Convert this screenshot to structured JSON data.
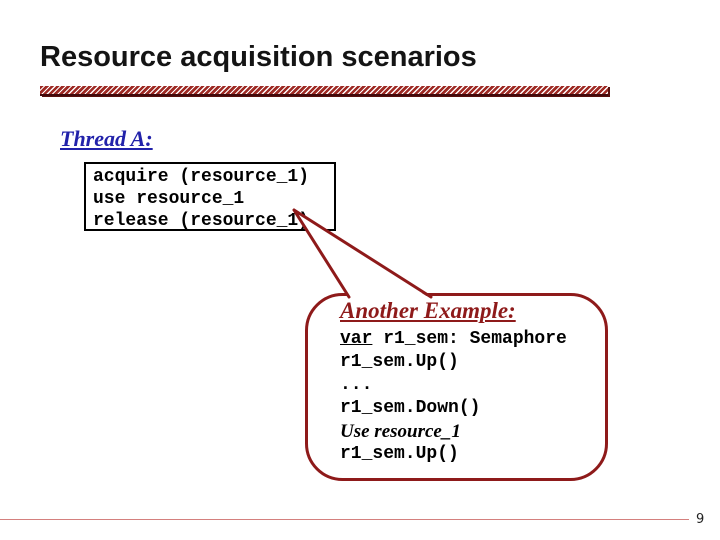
{
  "slide": {
    "title": "Resource acquisition scenarios",
    "thread_label": "Thread A:",
    "code_box": {
      "lines": [
        "acquire (resource_1)",
        "use resource_1",
        "release (resource_1)"
      ]
    },
    "callout": {
      "heading": "Another Example:",
      "var_word": "var",
      "var_rest": " r1_sem: Semaphore",
      "line_up1": "r1_sem.Up()",
      "line_ellipsis": "...",
      "line_down": "r1_sem.Down()",
      "use_line": "Use resource_1",
      "line_up2": "r1_sem.Up()"
    },
    "page_number": "9",
    "colors": {
      "accent_maroon": "#8e1a1a",
      "thread_blue": "#2222aa",
      "stripe_red": "#9e2a24",
      "footer_line_red": "#d4807e",
      "white": "#ffffff"
    }
  }
}
